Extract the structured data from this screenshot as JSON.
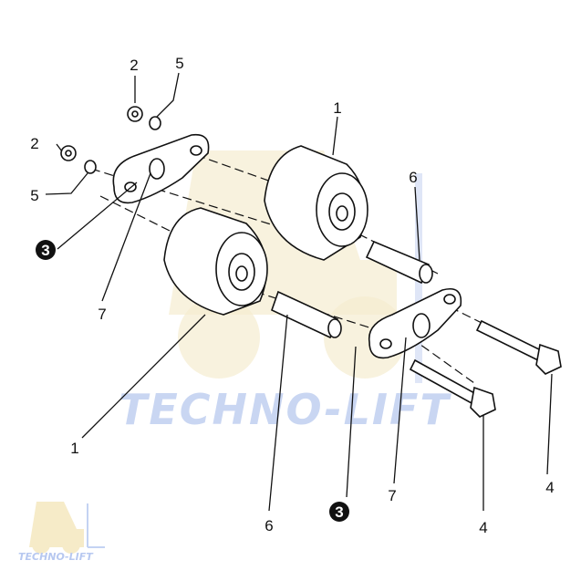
{
  "diagram": {
    "watermark_text": "TECHNO-LIFT",
    "logo_text": "TECHNO-LIFT",
    "colors": {
      "watermark_yellow": "#f3e6bf",
      "watermark_blue": "#c9d6f2",
      "ink": "#111111"
    },
    "callouts": [
      {
        "id": "c2a",
        "text": "2"
      },
      {
        "id": "c5a",
        "text": "5"
      },
      {
        "id": "c2b",
        "text": "2"
      },
      {
        "id": "c5b",
        "text": "5"
      },
      {
        "id": "c3a",
        "text": "3",
        "highlighted": true
      },
      {
        "id": "c7a",
        "text": "7"
      },
      {
        "id": "c1a",
        "text": "1"
      },
      {
        "id": "c6a",
        "text": "6"
      },
      {
        "id": "c1b",
        "text": "1"
      },
      {
        "id": "c6b",
        "text": "6"
      },
      {
        "id": "c3b",
        "text": "3",
        "highlighted": true
      },
      {
        "id": "c7b",
        "text": "7"
      },
      {
        "id": "c4a",
        "text": "4"
      },
      {
        "id": "c4b",
        "text": "4"
      }
    ]
  }
}
